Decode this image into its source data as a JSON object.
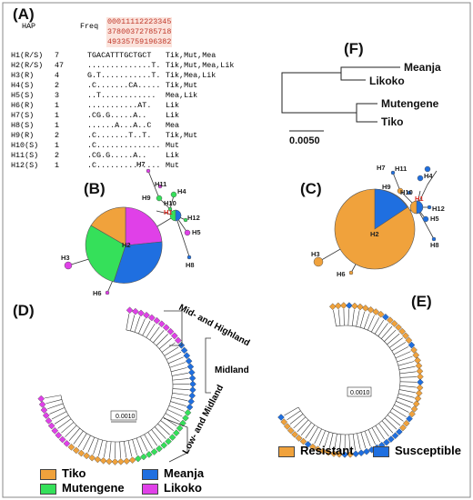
{
  "panels": {
    "a": "(A)",
    "b": "(B)",
    "c": "(C)",
    "d": "(D)",
    "e": "(E)",
    "f": "(F)"
  },
  "table": {
    "hap_header": "HAP",
    "freq_header": "Freq",
    "freq_lines": [
      "00011112223345",
      "37800372785718",
      "49335759196382"
    ],
    "rows": [
      {
        "name": "H1(R/S)",
        "freq": "7",
        "seq": "TGACATTTGCTGCT",
        "pops": "Tik,Mut,Mea"
      },
      {
        "name": "H2(R/S)",
        "freq": "47",
        "seq": "..............T.",
        "pops": "Tik,Mut,Mea,Lik"
      },
      {
        "name": "H3(R)",
        "freq": "4",
        "seq": "G.T...........T.",
        "pops": "Tik,Mea,Lik"
      },
      {
        "name": "H4(S)",
        "freq": "2",
        "seq": ".C.......CA.....",
        "pops": "Tik,Mut"
      },
      {
        "name": "H5(S)",
        "freq": "3",
        "seq": "..T............",
        "pops": "Mea,Lik"
      },
      {
        "name": "H6(R)",
        "freq": "1",
        "seq": "...........AT.",
        "pops": "Lik"
      },
      {
        "name": "H7(S)",
        "freq": "1",
        "seq": ".CG.G.....A..",
        "pops": "Lik"
      },
      {
        "name": "H8(S)",
        "freq": "1",
        "seq": "......A...A..C",
        "pops": "Mea"
      },
      {
        "name": "H9(R)",
        "freq": "2",
        "seq": ".C.......T..T.",
        "pops": "Tik,Mut"
      },
      {
        "name": "H10(S)",
        "freq": "1",
        "seq": ".C..............",
        "pops": "Mut"
      },
      {
        "name": "H11(S)",
        "freq": "2",
        "seq": ".CG.G.....A..",
        "pops": "Lik"
      },
      {
        "name": "H12(S)",
        "freq": "1",
        "seq": ".C..............",
        "pops": "Mut"
      }
    ]
  },
  "network_b": {
    "labels": {
      "H1": "H1",
      "H2": "H2",
      "H3": "H3",
      "H4": "H4",
      "H5": "H5",
      "H6": "H6",
      "H7": "H7",
      "H8": "H8",
      "H9": "H9",
      "H10": "H10",
      "H11": "H11",
      "H12": "H12"
    }
  },
  "tree_f": {
    "taxa": [
      "Meanja",
      "Likoko",
      "Mutengene",
      "Tiko"
    ],
    "scale": "0.0050"
  },
  "tree_d": {
    "groups": [
      "Mid- and Highland",
      "Midland",
      "Low- and Midland"
    ],
    "scale": "0.0010"
  },
  "tree_e": {
    "scale": "0.0010"
  },
  "legend_pop": [
    {
      "name": "Tiko",
      "color": "#f0a23c"
    },
    {
      "name": "Meanja",
      "color": "#1f6fe0"
    },
    {
      "name": "Mutengene",
      "color": "#35e05a"
    },
    {
      "name": "Likoko",
      "color": "#e040e8"
    }
  ],
  "legend_res": [
    {
      "name": "Resistant",
      "color": "#f0a23c"
    },
    {
      "name": "Susceptible",
      "color": "#1f6fe0"
    }
  ],
  "colors": {
    "tiko": "#f0a23c",
    "meanja": "#1f6fe0",
    "mutengene": "#35e05a",
    "likoko": "#e040e8",
    "resistant": "#f0a23c",
    "susceptible": "#1f6fe0",
    "h1_label": "#d9281f"
  }
}
